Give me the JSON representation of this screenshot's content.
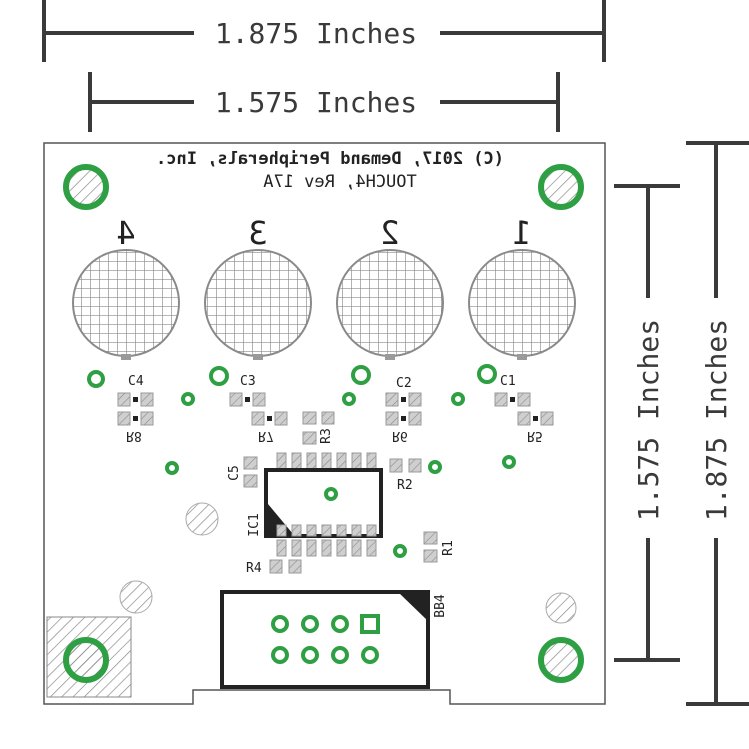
{
  "dimensions": {
    "top_outer": "1.875 Inches",
    "top_inner": "1.575 Inches",
    "right_inner": "1.575 Inches",
    "right_outer": "1.875 Inches"
  },
  "silkscreen": {
    "copyright": "(C) 2017, Demand Peripherals, Inc.",
    "board_name": "TOUCH4, Rev 17A"
  },
  "pads": [
    {
      "number": "4"
    },
    {
      "number": "3"
    },
    {
      "number": "2"
    },
    {
      "number": "1"
    }
  ],
  "components": {
    "c4": "C4",
    "c3": "C3",
    "c2": "C2",
    "c1": "C1",
    "r8": "R8",
    "r7": "R7",
    "r6": "R6",
    "r5": "R5",
    "r3": "R3",
    "r2": "R2",
    "r1": "R1",
    "r4": "R4",
    "c5": "C5",
    "ic1": "IC1",
    "bb4": "BB4"
  },
  "colors": {
    "board_outline": "#555555",
    "copper_ring": "#2ea043",
    "smd_pad": "#9a9a9a",
    "outline_dark": "#222222",
    "dimension": "#3a3a3a"
  }
}
